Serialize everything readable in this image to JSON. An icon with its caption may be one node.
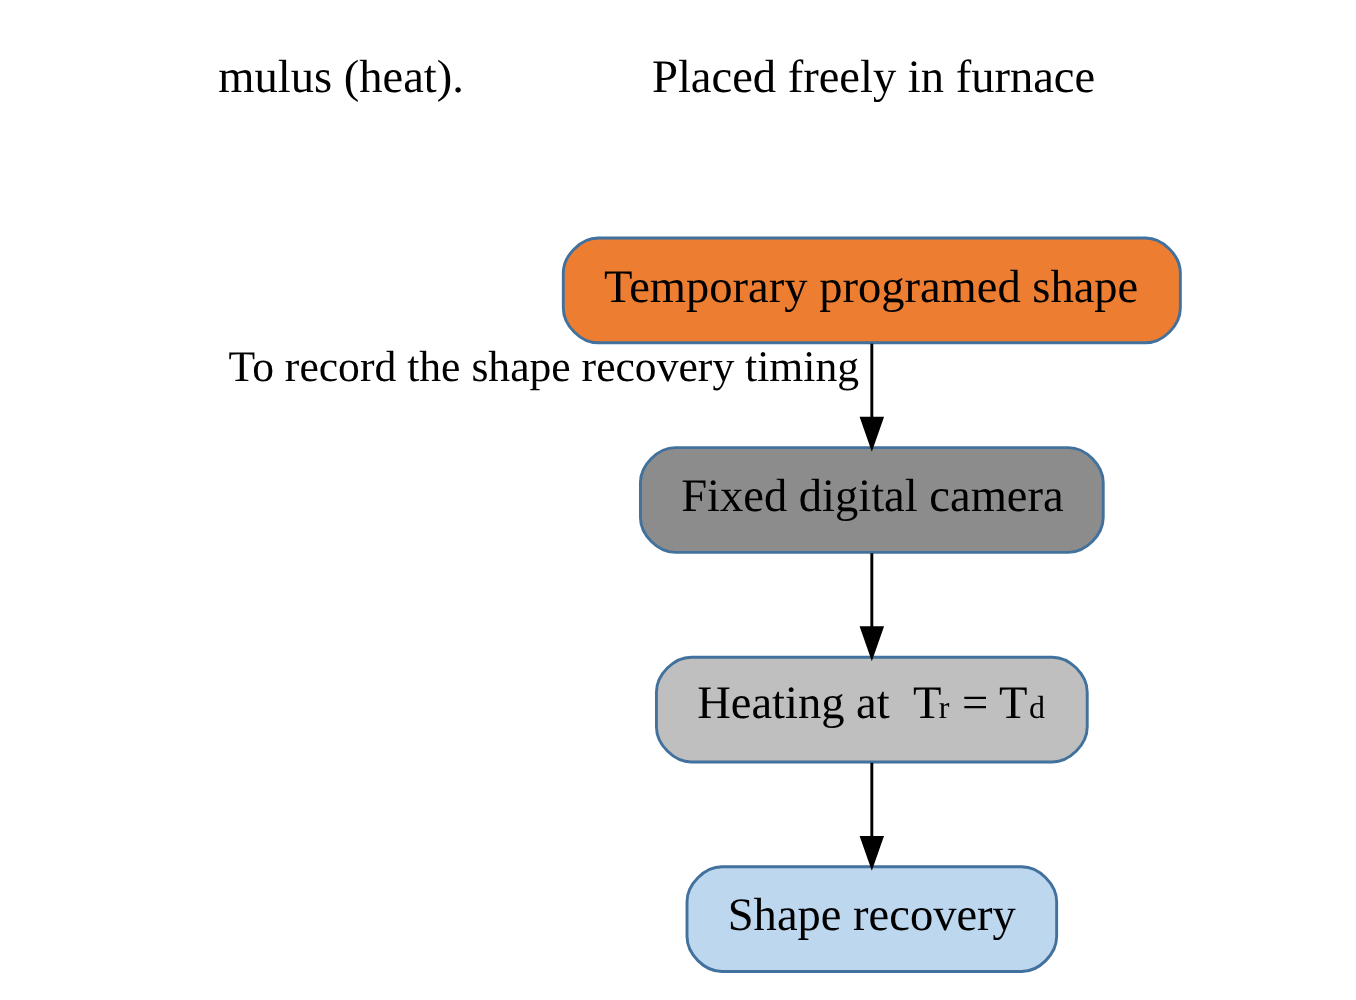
{
  "diagram": {
    "nodes": [
      {
        "text": [
          "Temporary programed shape"
        ],
        "beside": [
          "Placed freely in furnace"
        ]
      },
      {
        "text": [
          "Fixed digital camera"
        ]
      },
      {
        "text": [
          "Heating at  T$_{r}$ = T$_{d}$"
        ]
      },
      {
        "text": [
          "Shape recovery"
        ]
      }
    ],
    "edges": [
      {
        "from": 0,
        "to": 1,
        "arrow": "to",
        "label": "To record the shape recovery timing"
      },
      {
        "from": 1,
        "to": 2,
        "arrow": "to"
      },
      {
        "from": 2,
        "to": 3,
        "arrow": "to"
      }
    ],
    "labels": [
      "mulus (heat)."
    ]
  }
}
